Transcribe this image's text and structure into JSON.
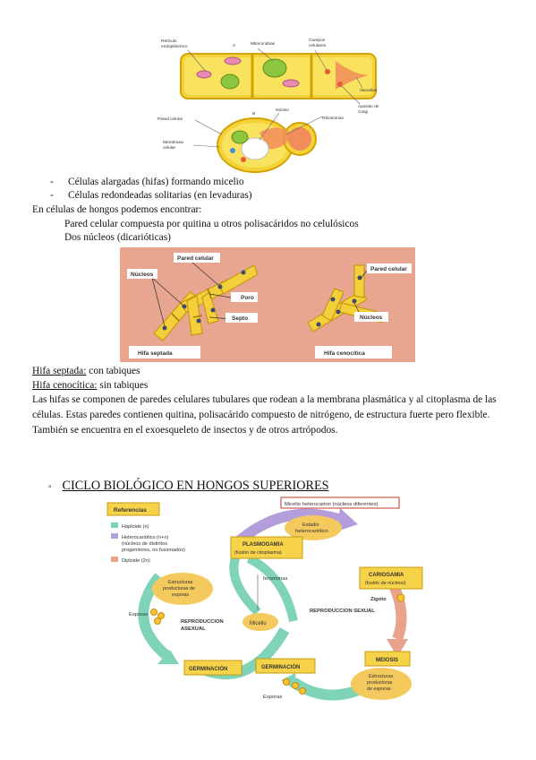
{
  "cell_figure": {
    "panel_a": "A",
    "panel_b": "B",
    "labels": {
      "reticulo": [
        "Retículo",
        "endoplásmico"
      ],
      "mitocondrias": "Mitocondrias",
      "cuerpos": [
        "Cuerpos",
        "celulares"
      ],
      "vacuolas": "Vacuolas",
      "aparato": [
        "Aparato de",
        "Golgi"
      ],
      "pared": "Pared celular",
      "nucleo": "Núcleo",
      "ribosomas": "Ribosomas",
      "membrana": [
        "Membrana",
        "celular"
      ]
    }
  },
  "bullets": [
    "Células alargadas (hifas) formando micelio",
    "Células redondeadas solitarias (en levaduras)"
  ],
  "intro_line": "En células de hongos podemos encontrar:",
  "indented": [
    "Pared celular compuesta por quitina u otros polisacáridos no celulósicos",
    "Dos núcleos (dicarióticas)"
  ],
  "hyphae_figure": {
    "nucleos_left": "Núcleos",
    "pared_left": "Pared celular",
    "poro": "Poro",
    "septo": "Septo",
    "pared_right": "Pared celular",
    "nucleos_right": "Núcleos",
    "caption_left": "Hifa septada",
    "caption_right": "Hifa cenocítica"
  },
  "defs": [
    {
      "term": "Hifa septada:",
      "desc": " con tabiques"
    },
    {
      "term": "Hifa cenocítica:",
      "desc": " sin tabiques"
    }
  ],
  "paragraph": "Las hifas se componen de paredes celulares tubulares que rodean a la membrana plasmática y al citoplasma de las células. Estas paredes contienen quitina, polisacárido compuesto de nitrógeno, de estructura fuerte pero flexible. También se encuentra en el exoesqueleto de insectos y de otros artrópodos.",
  "section_bullet": "▫",
  "section_title": "CICLO BIOLÓGICO EN HONGOS SUPERIORES",
  "cycle": {
    "ref_title": "Referencias",
    "legend": [
      {
        "text": "Haploide (n)",
        "color": "#7fd3b8"
      },
      {
        "text": "Heterocariótico (n+n)",
        "color": "#b39ddb"
      },
      {
        "text": "(núcleos de distintos",
        "color": ""
      },
      {
        "text": "progenitores, no fusionados)",
        "color": ""
      },
      {
        "text": "Diploide (2n)",
        "color": "#e8a38c"
      }
    ],
    "micelio_hetero": "Micelio heterocarion (núcleos diferentes)",
    "estadio": [
      "Estadio",
      "heterocariótico"
    ],
    "plasmogamia": [
      "PLASMOGAMIA",
      "(fusión de citoplasma)"
    ],
    "cariogamia": [
      "CARIOGAMIA",
      "(fusión de núcleos)"
    ],
    "zigoto": "Zigoto",
    "feromonas": "feromonas",
    "estructuras_left": [
      "Estructuras",
      "productoras de",
      "esporas"
    ],
    "esporas_left": "Esporas",
    "repro_asexual": [
      "REPRODUCCION",
      "ASEXUAL"
    ],
    "micelio": "Micelio",
    "repro_sexual": "REPRODUCCION SEXUAL",
    "meiosis": "MEIOSIS",
    "germinacion_left": "GERMINACIÓN",
    "germinacion_mid": "GERMINACIÓN",
    "esporas_bottom": "Esporas",
    "estructuras_right": [
      "Estructuras",
      "productoras",
      "de esporas"
    ]
  }
}
